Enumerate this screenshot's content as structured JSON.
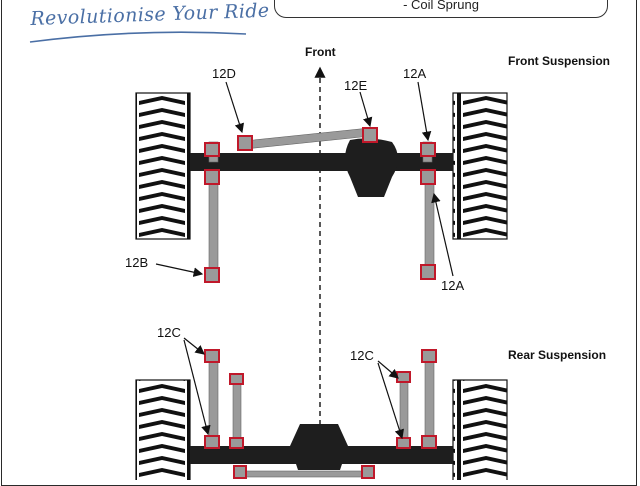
{
  "header": {
    "tagline": "Revolutionise Your Ride",
    "subtitle": "- Coil Sprung"
  },
  "diagram": {
    "direction_label": "Front",
    "front_section_label": "Front Suspension",
    "rear_section_label": "Rear Suspension",
    "callouts": {
      "front_left_upper": "12D",
      "front_panhard": "12E",
      "front_right_upper": "12A",
      "front_left_lower": "12B",
      "front_right_lower": "12A",
      "rear_left": "12C",
      "rear_right": "12C"
    }
  },
  "colors": {
    "bush": "#c0182a",
    "link": "#9a9a9a",
    "axle": "#1e1e1e",
    "tagline": "#4a6fa5"
  }
}
